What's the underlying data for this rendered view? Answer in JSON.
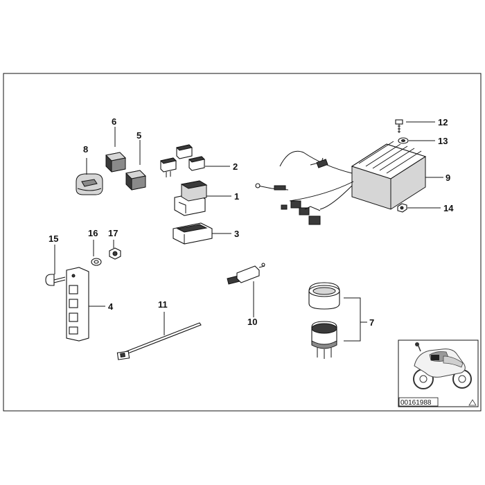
{
  "diagram": {
    "part_numbers": {
      "p1": "1",
      "p2": "2",
      "p3": "3",
      "p4": "4",
      "p5": "5",
      "p6": "6",
      "p7": "7",
      "p8": "8",
      "p9": "9",
      "p10": "10",
      "p11": "11",
      "p12": "12",
      "p13": "13",
      "p14": "14",
      "p15": "15",
      "p16": "16",
      "p17": "17"
    },
    "thumbnail": {
      "image_code": "00161988",
      "corner_icon": "triangle-icon"
    }
  }
}
